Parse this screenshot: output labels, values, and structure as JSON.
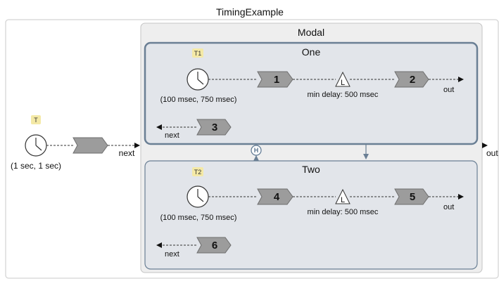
{
  "diagram": {
    "title": "TimingExample",
    "outer_timer": {
      "badge": "T",
      "label": "(1 sec, 1 sec)",
      "next_label": "next"
    },
    "outer_out_label": "out",
    "modal": {
      "title": "Modal",
      "history_symbol": "H",
      "states": [
        {
          "name": "One",
          "badge": "T1",
          "timer_label": "(100 msec, 750 msec)",
          "first_actor": "1",
          "second_actor": "2",
          "delay_symbol": "L",
          "delay_label": "min delay: 500 msec",
          "out_label": "out",
          "next_actor": "3",
          "next_label": "next"
        },
        {
          "name": "Two",
          "badge": "T2",
          "timer_label": "(100 msec, 750 msec)",
          "first_actor": "4",
          "second_actor": "5",
          "delay_symbol": "L",
          "delay_label": "min delay: 500 msec",
          "out_label": "out",
          "next_actor": "6",
          "next_label": "next"
        }
      ]
    }
  },
  "colors": {
    "outer_border": "#c8c8c8",
    "modal_fill": "#eeeeee",
    "state_fill": "#e2e5ea",
    "state_border": "#6a7f94",
    "actor_fill": "#9c9c9c",
    "badge_fill": "#f4e9a6",
    "history_color": "#5a7590"
  }
}
